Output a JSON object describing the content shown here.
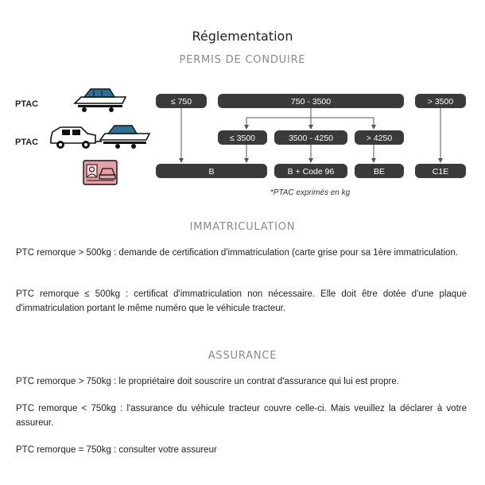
{
  "page": {
    "title": "Réglementation"
  },
  "permis": {
    "heading": "PERMIS DE CONDUIRE",
    "rows": [
      {
        "label": "PTAC",
        "icon": "boat-icon"
      },
      {
        "label": "PTAC",
        "icon": "car-towing-boat-icon"
      }
    ],
    "license_icon": "driving-license-icon",
    "top_boxes": [
      "≤ 750",
      "750 - 3500",
      "> 3500"
    ],
    "mid_boxes": [
      "≤ 3500",
      "3500 - 4250",
      "> 4250"
    ],
    "bottom_boxes": [
      "B",
      "B + Code 96",
      "BE",
      "C1E"
    ],
    "footnote": "*PTAC exprimés en kg"
  },
  "immatriculation": {
    "heading": "IMMATRICULATION",
    "paragraphs": [
      "PTC remorque > 500kg : demande de certification d'immatriculation (carte grise pour sa 1ère immatriculation.",
      "PTC remorque ≤ 500kg : certificat d'immatriculation non nécessaire. Elle doit être dotée d'une plaque d'immatriculation portant le même numéro que le véhicule tracteur."
    ]
  },
  "assurance": {
    "heading": "ASSURANCE",
    "paragraphs": [
      "PTC remorque > 750kg : le propriétaire doit souscrire un contrat d'assurance qui lui est propre.",
      "PTC remorque < 750kg : l'assurance du véhicule tracteur couvre celle-ci. Mais veuillez la déclarer à votre assureur.",
      "PTC remorque = 750kg : consulter votre assureur"
    ]
  },
  "colors": {
    "box_fill": "#3a3a3a",
    "box_text": "#ffffff",
    "arrow": "#555555",
    "boat_hull": "#ffffff",
    "boat_cabin": "#2e6f93",
    "license_pink": "#e8a0a8"
  }
}
